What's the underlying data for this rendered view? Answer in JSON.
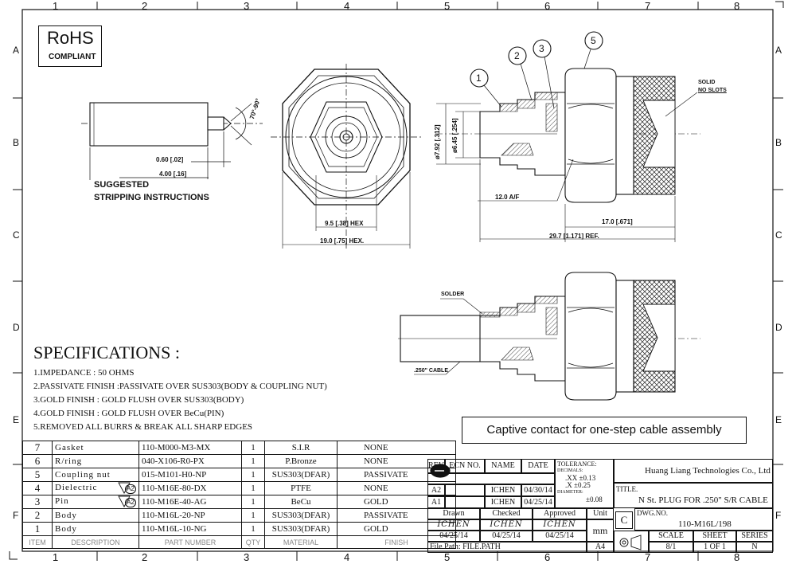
{
  "border": {
    "cols": [
      "1",
      "2",
      "3",
      "4",
      "5",
      "6",
      "7",
      "8"
    ],
    "rows": [
      "A",
      "B",
      "C",
      "D",
      "E",
      "F"
    ]
  },
  "rohs": {
    "line1": "RoHS",
    "line2": "COMPLIANT"
  },
  "stripping": {
    "angle": "70°-90°",
    "dim_a": "0.60 [.02]",
    "dim_b": "4.00 [.16]",
    "title_line1": "SUGGESTED",
    "title_line2": "STRIPPING  INSTRUCTIONS"
  },
  "front_view": {
    "hex_small": "9.5 [.38] HEX",
    "hex_large": "19.0 [.75] HEX."
  },
  "side_view": {
    "balloons": [
      "1",
      "2",
      "3",
      "5"
    ],
    "note_solid": "SOLID",
    "note_slots": "NO SLOTS",
    "dia_outer": "ø7.92 [.312]",
    "dia_inner": "ø6.45 [.254]",
    "af": "12.0 A/F",
    "len_a": "17.0 [.671]",
    "len_ref": "29.7 [1.171] REF."
  },
  "assembly_view": {
    "solder": "SOLDER",
    "cable": ".250\" CABLE"
  },
  "specs": {
    "title": "SPECIFICATIONS :",
    "lines": [
      "1.IMPEDANCE : 50 OHMS",
      "2.PASSIVATE FINISH :PASSIVATE OVER SUS303(BODY & COUPLING NUT)",
      "3.GOLD FINISH : GOLD FLUSH OVER SUS303(BODY)",
      "4.GOLD FINISH : GOLD FLUSH OVER BeCu(PIN)",
      "5.REMOVED ALL BURRS & BREAK ALL SHARP EDGES"
    ]
  },
  "captive": "Captive contact for one-step cable assembly",
  "bom": {
    "headers": [
      "ITEM",
      "DESCRIPTION",
      "PART NUMBER",
      "QTY",
      "MATERIAL",
      "FINISH"
    ],
    "rows": [
      {
        "item": "7",
        "desc": "Gasket",
        "badge": "",
        "part": "110-M000-M3-MX",
        "qty": "1",
        "material": "S.I.R",
        "finish": "NONE"
      },
      {
        "item": "6",
        "desc": "R/ring",
        "badge": "",
        "part": "040-X106-R0-PX",
        "qty": "1",
        "material": "P.Bronze",
        "finish": "NONE"
      },
      {
        "item": "5",
        "desc": "Coupling nut",
        "badge": "",
        "part": "015-M101-H0-NP",
        "qty": "1",
        "material": "SUS303(DFAR)",
        "finish": "PASSIVATE"
      },
      {
        "item": "4",
        "desc": "Dielectric",
        "badge": "A2",
        "part": "110-M16E-80-DX",
        "qty": "1",
        "material": "PTFE",
        "finish": "NONE"
      },
      {
        "item": "3",
        "desc": "Pin",
        "badge": "A2",
        "part": "110-M16E-40-AG",
        "qty": "1",
        "material": "BeCu",
        "finish": "GOLD"
      },
      {
        "item": "2",
        "desc": "Body",
        "badge": "",
        "part": "110-M16L-20-NP",
        "qty": "1",
        "material": "SUS303(DFAR)",
        "finish": "PASSIVATE"
      },
      {
        "item": "1",
        "desc": "Body",
        "badge": "",
        "part": "110-M16L-10-NG",
        "qty": "1",
        "material": "SUS303(DFAR)",
        "finish": "GOLD"
      }
    ]
  },
  "title_block": {
    "rev_hdr": [
      "REV",
      "ECN NO.",
      "NAME",
      "DATE"
    ],
    "revs": [
      {
        "rev": "A2",
        "ecn": "",
        "name": "ICHEN",
        "date": "04/30/14"
      },
      {
        "rev": "A1",
        "ecn": "",
        "name": "ICHEN",
        "date": "04/25/14"
      }
    ],
    "tolerance_label": "TOLERANCE:",
    "decimals_label": "DECIMALS:",
    "tol_xx": ".XX  ±0.13",
    "tol_x": ".X   ±0.25",
    "diameter_label": "DIAMETER:",
    "tol_dia": "±0.08",
    "company": "Huang Liang Technologies Co., Ltd",
    "title_label": "TITLE.",
    "title": "N St. PLUG FOR .250\" S/R CABLE",
    "drawn": "Drawn",
    "checked": "Checked",
    "approved": "Approved",
    "unit": "Unit",
    "drawn_sig": "ICHEN",
    "checked_sig": "ICHEN",
    "approved_sig": "ICHEN",
    "drawn_date": "04/25/14",
    "checked_date": "04/25/14",
    "approved_date": "04/25/14",
    "unit_val": "mm",
    "size_code": "C",
    "dwg_label": "DWG.NO.",
    "dwg_no": "110-M16L/198",
    "scale": "SCALE",
    "sheet": "SHEET",
    "series": "SERIES",
    "scale_val": "8/1",
    "sheet_val": "1 OF 1",
    "series_val": "N",
    "file_path": "File Path: FILE.PATH",
    "paper": "A4"
  }
}
